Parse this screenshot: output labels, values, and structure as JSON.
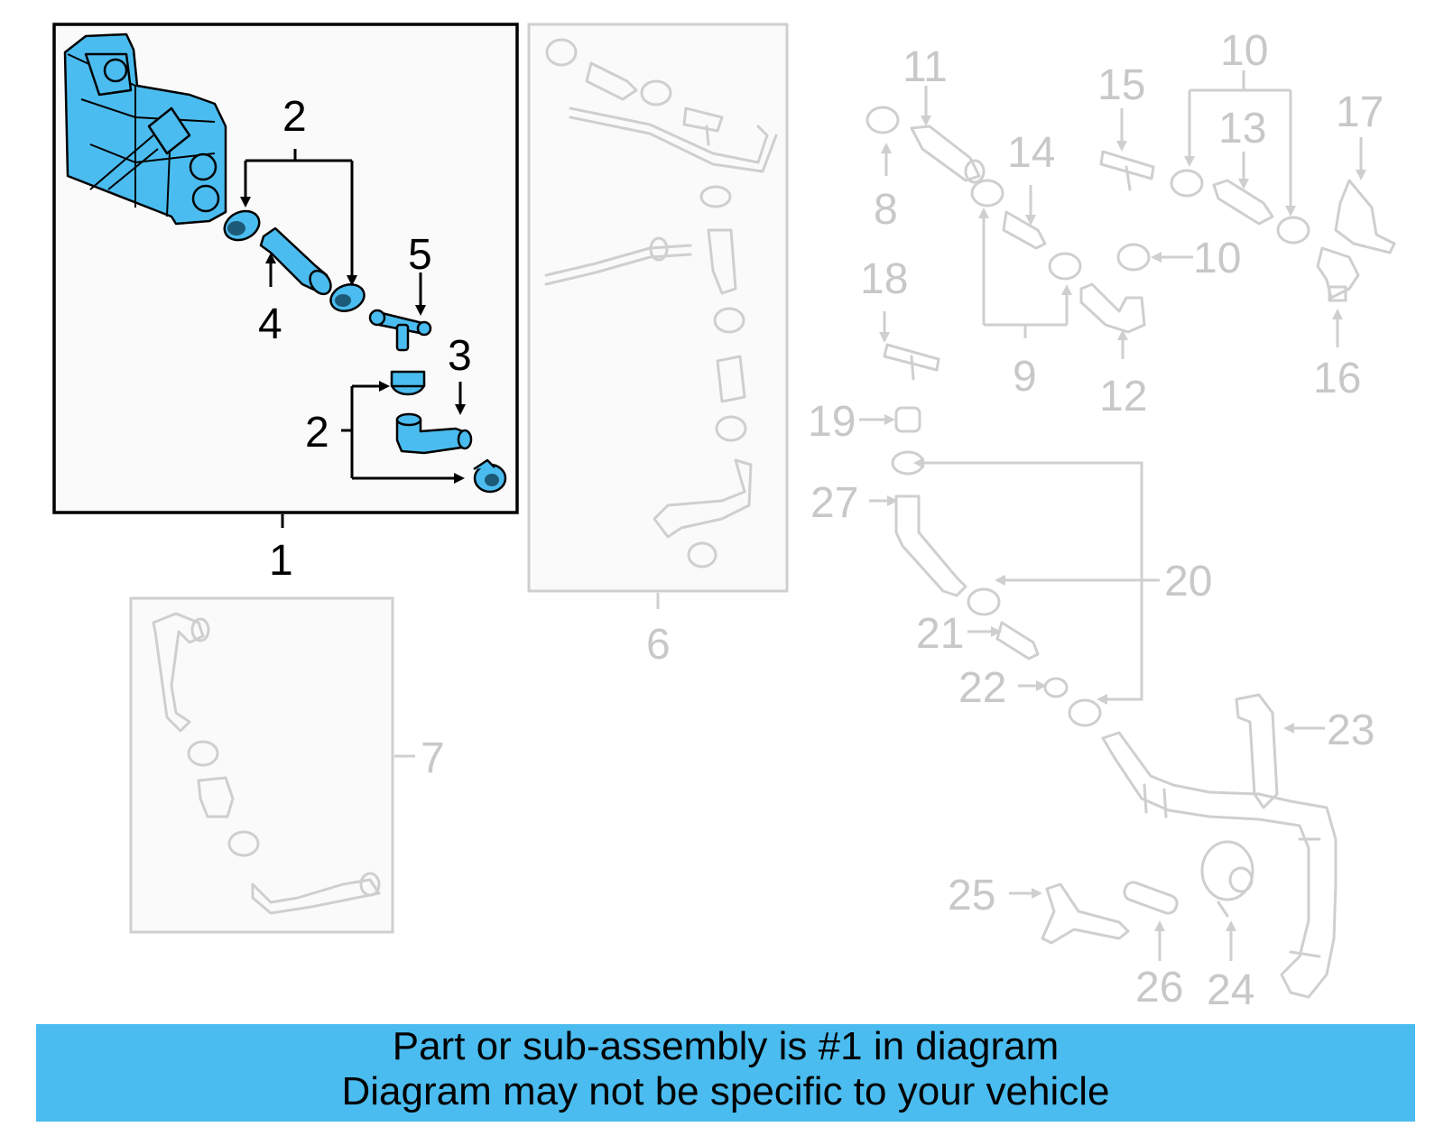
{
  "callouts_highlighted": [
    {
      "id": "c1",
      "text": "1"
    },
    {
      "id": "c2a",
      "text": "2"
    },
    {
      "id": "c2b",
      "text": "2"
    },
    {
      "id": "c3",
      "text": "3"
    },
    {
      "id": "c4",
      "text": "4"
    },
    {
      "id": "c5",
      "text": "5"
    }
  ],
  "callouts_other": [
    {
      "id": "c6",
      "text": "6"
    },
    {
      "id": "c7",
      "text": "7"
    },
    {
      "id": "c8",
      "text": "8"
    },
    {
      "id": "c9",
      "text": "9"
    },
    {
      "id": "c10a",
      "text": "10"
    },
    {
      "id": "c10b",
      "text": "10"
    },
    {
      "id": "c11",
      "text": "11"
    },
    {
      "id": "c12",
      "text": "12"
    },
    {
      "id": "c13",
      "text": "13"
    },
    {
      "id": "c14",
      "text": "14"
    },
    {
      "id": "c15",
      "text": "15"
    },
    {
      "id": "c16",
      "text": "16"
    },
    {
      "id": "c17",
      "text": "17"
    },
    {
      "id": "c18",
      "text": "18"
    },
    {
      "id": "c19",
      "text": "19"
    },
    {
      "id": "c20",
      "text": "20"
    },
    {
      "id": "c21",
      "text": "21"
    },
    {
      "id": "c22",
      "text": "22"
    },
    {
      "id": "c23",
      "text": "23"
    },
    {
      "id": "c24",
      "text": "24"
    },
    {
      "id": "c25",
      "text": "25"
    },
    {
      "id": "c26",
      "text": "26"
    },
    {
      "id": "c27",
      "text": "27"
    }
  ],
  "colors": {
    "highlight": "#4bbcef",
    "ghost": "#cfcfcf",
    "outline": "#000000"
  },
  "banner": {
    "line1": "Part or sub-assembly is #1 in diagram",
    "line2": "Diagram may not be specific to your vehicle"
  }
}
